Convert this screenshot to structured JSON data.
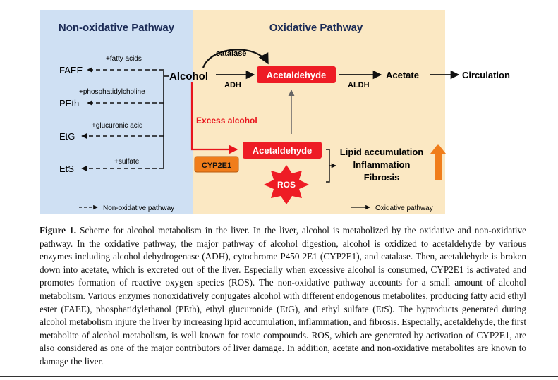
{
  "diagram": {
    "left_title": "Non-oxidative Pathway",
    "right_title": "Oxidative Pathway",
    "alcohol": "Alcohol",
    "catalase": "catalase",
    "adh": "ADH",
    "aldh": "ALDH",
    "acetaldehyde_top": "Acetaldehyde",
    "acetate": "Acetate",
    "circulation": "Circulation",
    "excess_alcohol": "Excess alcohol",
    "acetaldehyde_bottom": "Acetaldehyde",
    "cyp2e1": "CYP2E1",
    "ros": "ROS",
    "effects": [
      "Lipid accumulation",
      "Inflammation",
      "Fibrosis"
    ],
    "non_ox_products": [
      {
        "label": "FAEE",
        "substrate": "+fatty acids"
      },
      {
        "label": "PEth",
        "substrate": "+phosphatidylcholine"
      },
      {
        "label": "EtG",
        "substrate": "+glucuronic acid"
      },
      {
        "label": "EtS",
        "substrate": "+sulfate"
      }
    ],
    "legend_non_ox": "Non-oxidative pathway",
    "legend_ox": "Oxidative pathway",
    "colors": {
      "left_panel": "#cfe0f3",
      "right_panel": "#fbe8c3",
      "red_box": "#ee1c25",
      "cyp_box": "#f07d1b",
      "up_arrow": "#f07d1b",
      "red_line": "#e8141c"
    }
  },
  "caption": {
    "label": "Figure 1.",
    "text": "Scheme for alcohol metabolism in the liver. In the liver, alcohol is metabolized by the oxidative and non-oxidative pathway. In the oxidative pathway, the major pathway of alcohol digestion, alcohol is oxidized to acetaldehyde by various enzymes including alcohol dehydrogenase (ADH), cytochrome P450 2E1 (CYP2E1), and catalase. Then, acetaldehyde is broken down into acetate, which is excreted out of the liver. Especially when excessive alcohol is consumed, CYP2E1 is activated and promotes formation of reactive oxygen species (ROS). The non-oxidative pathway accounts for a small amount of alcohol metabolism. Various enzymes nonoxidatively conjugates alcohol with different endogenous metabolites, producing fatty acid ethyl ester (FAEE), phosphatidylethanol (PEth), ethyl glucuronide (EtG), and ethyl sulfate (EtS). The byproducts generated during alcohol metabolism injure the liver by increasing lipid accumulation, inflammation, and fibrosis. Especially, acetaldehyde, the first metabolite of alcohol metabolism, is well known for toxic compounds. ROS, which are generated by activation of CYP2E1, are also considered as one of the major contributors of liver damage. In addition, acetate and non-oxidative metabolites are known to damage the liver."
  }
}
